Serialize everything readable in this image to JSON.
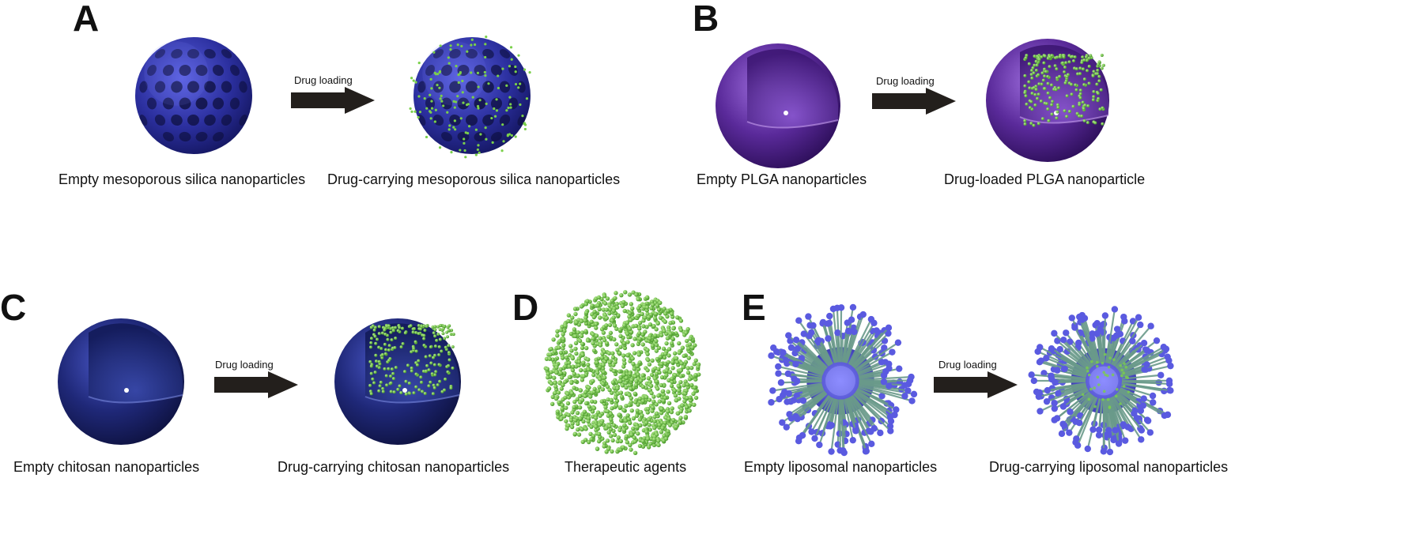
{
  "panels": {
    "A": {
      "letter": "A",
      "left_label": "Empty mesoporous silica nanoparticles",
      "right_label": "Drug-carrying mesoporous silica nanoparticles",
      "arrow_label": "Drug loading"
    },
    "B": {
      "letter": "B",
      "left_label": "Empty PLGA nanoparticles",
      "right_label": "Drug-loaded PLGA nanoparticle",
      "arrow_label": "Drug loading"
    },
    "C": {
      "letter": "C",
      "left_label": "Empty chitosan nanoparticles",
      "right_label": "Drug-carrying chitosan nanoparticles",
      "arrow_label": "Drug loading"
    },
    "D": {
      "letter": "D",
      "label": "Therapeutic agents"
    },
    "E": {
      "letter": "E",
      "left_label": "Empty liposomal nanoparticles",
      "right_label": "Drug-carrying liposomal nanoparticles",
      "arrow_label": "Drug loading"
    }
  },
  "colors": {
    "silica": "#2b2f9e",
    "plga": "#5a2a9a",
    "chitosan": "#1f2878",
    "drug": "#7ad04a",
    "liposome_head": "#5a5ae0",
    "liposome_tail": "#6a9a8a",
    "arrow": "#231f1c"
  }
}
